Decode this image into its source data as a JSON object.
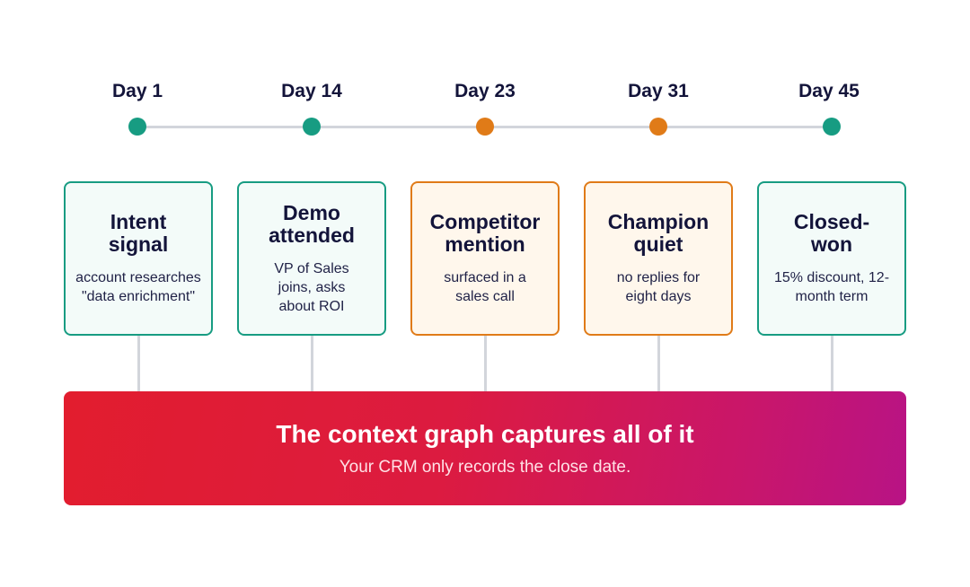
{
  "colors": {
    "green": "#179c82",
    "orange": "#e07b18",
    "line": "#d2d5db",
    "banner_start": "#e21d2e",
    "banner_end": "#b81385"
  },
  "timeline": [
    {
      "day": "Day 1",
      "status": "green",
      "title": "Intent signal",
      "description": "account researches \"data enrichment\""
    },
    {
      "day": "Day 14",
      "status": "green",
      "title": "Demo attended",
      "description": "VP of Sales joins, asks about ROI"
    },
    {
      "day": "Day 23",
      "status": "orange",
      "title": "Competitor mention",
      "description": "surfaced in a sales call"
    },
    {
      "day": "Day 31",
      "status": "orange",
      "title": "Champion quiet",
      "description": "no replies for eight days"
    },
    {
      "day": "Day 45",
      "status": "green",
      "title": "Closed-won",
      "description": "15% discount, 12-month term"
    }
  ],
  "banner": {
    "title": "The context graph captures all of it",
    "subtitle": "Your CRM only records the close date."
  }
}
